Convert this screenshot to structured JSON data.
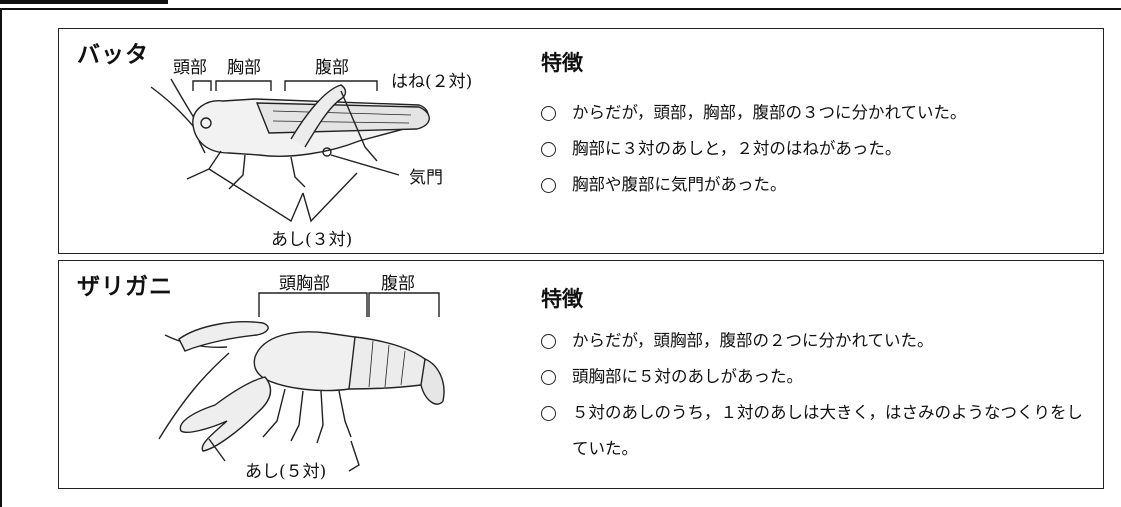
{
  "grasshopper": {
    "title": "バッタ",
    "labels": {
      "head": "頭部",
      "thorax": "胸部",
      "abdomen": "腹部",
      "wings": "はね(２対)",
      "spiracle": "気門",
      "legs": "あし(３対)"
    },
    "features_heading": "特徴",
    "features": [
      "からだが，頭部，胸部，腹部の３つに分かれていた。",
      "胸部に３対のあしと，２対のはねがあった。",
      "胸部や腹部に気門があった。"
    ]
  },
  "crayfish": {
    "title": "ザリガニ",
    "labels": {
      "cephalothorax": "頭胸部",
      "abdomen": "腹部",
      "legs": "あし(５対)"
    },
    "features_heading": "特徴",
    "features": [
      "からだが，頭胸部，腹部の２つに分かれていた。",
      "頭胸部に５対のあしがあった。",
      "５対のあしのうち，１対のあしは大きく，はさみのようなつくりをしていた。"
    ]
  }
}
